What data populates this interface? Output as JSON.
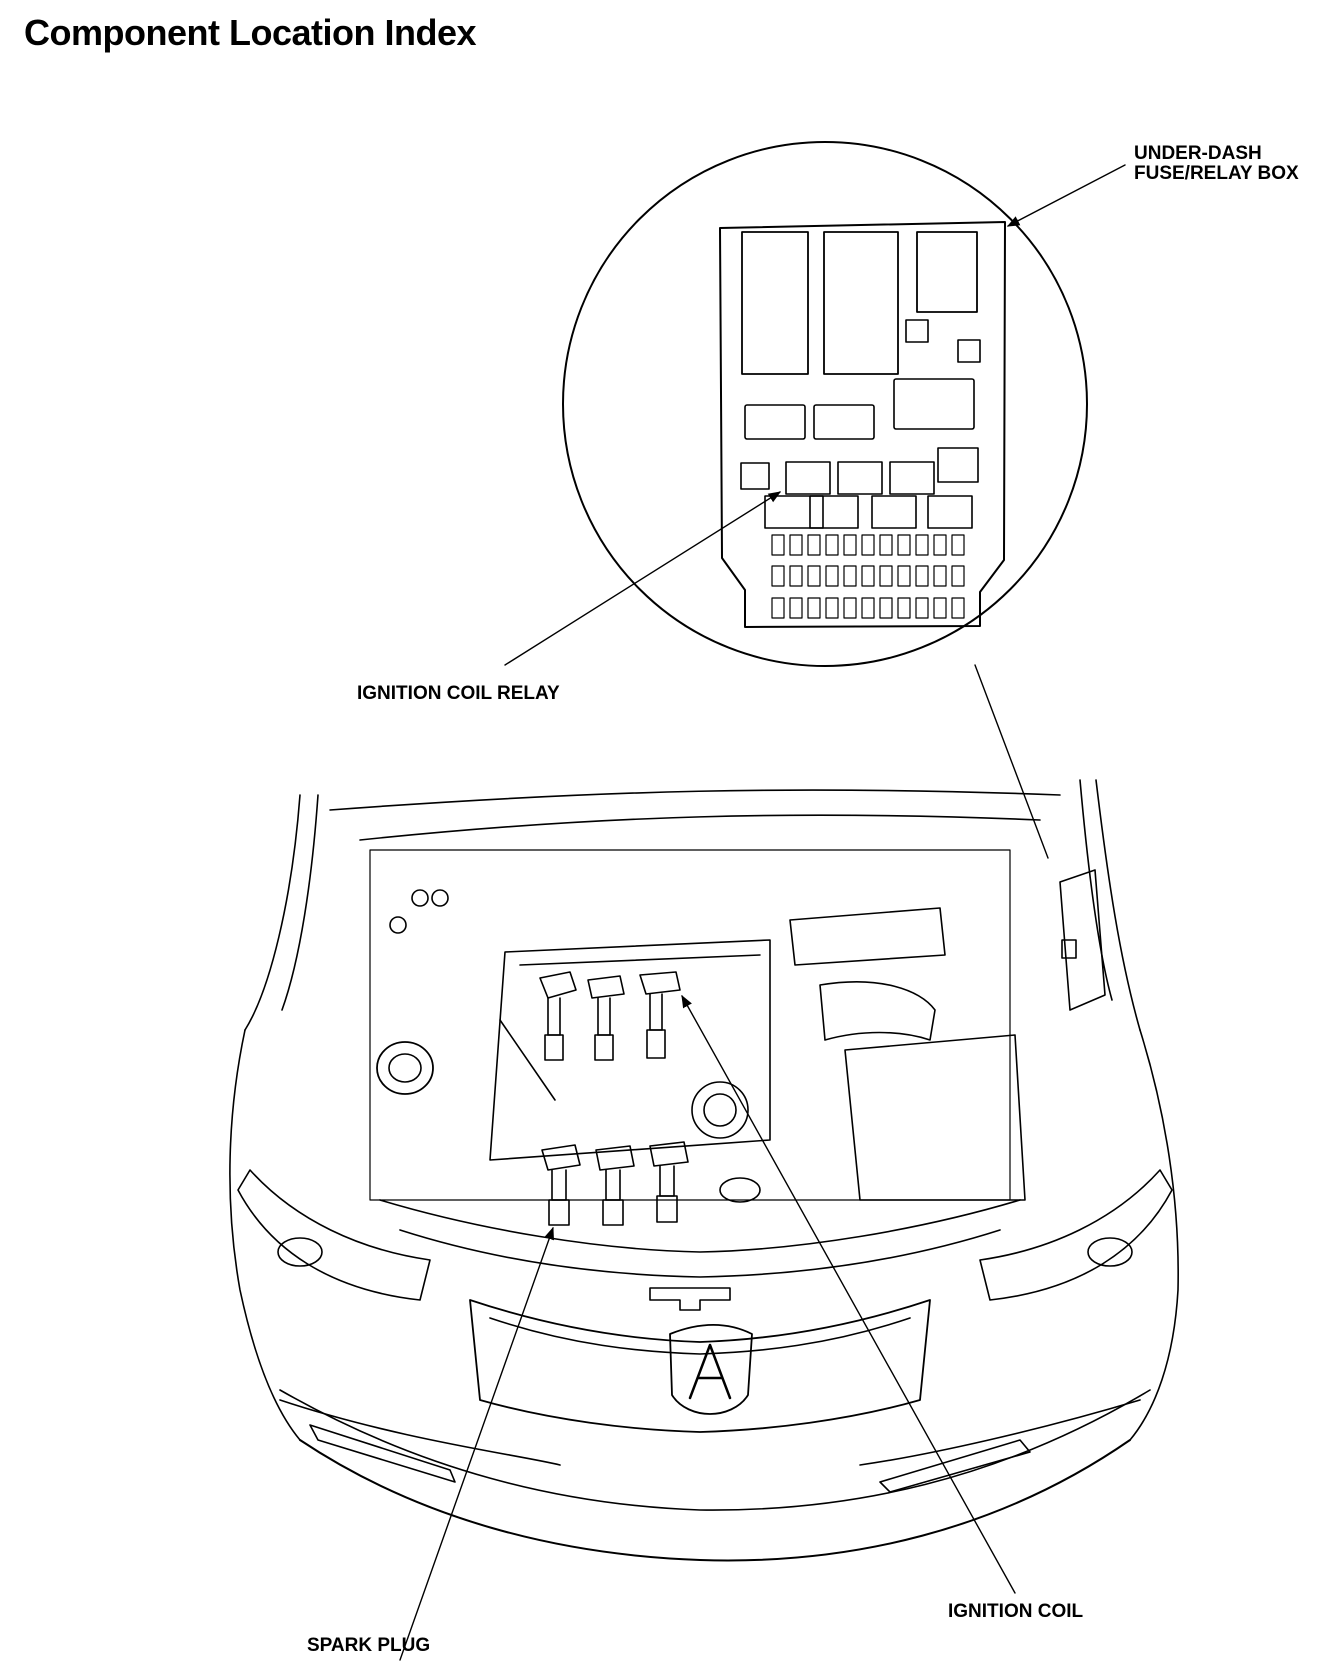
{
  "page": {
    "title": "Component Location Index"
  },
  "callouts": {
    "fuse_box_line1": "UNDER-DASH",
    "fuse_box_line2": "FUSE/RELAY BOX",
    "ignition_coil_relay": "IGNITION COIL RELAY",
    "spark_plug": "SPARK PLUG",
    "ignition_coil": "IGNITION COIL"
  },
  "colors": {
    "ink": "#000000",
    "paper": "#ffffff"
  }
}
